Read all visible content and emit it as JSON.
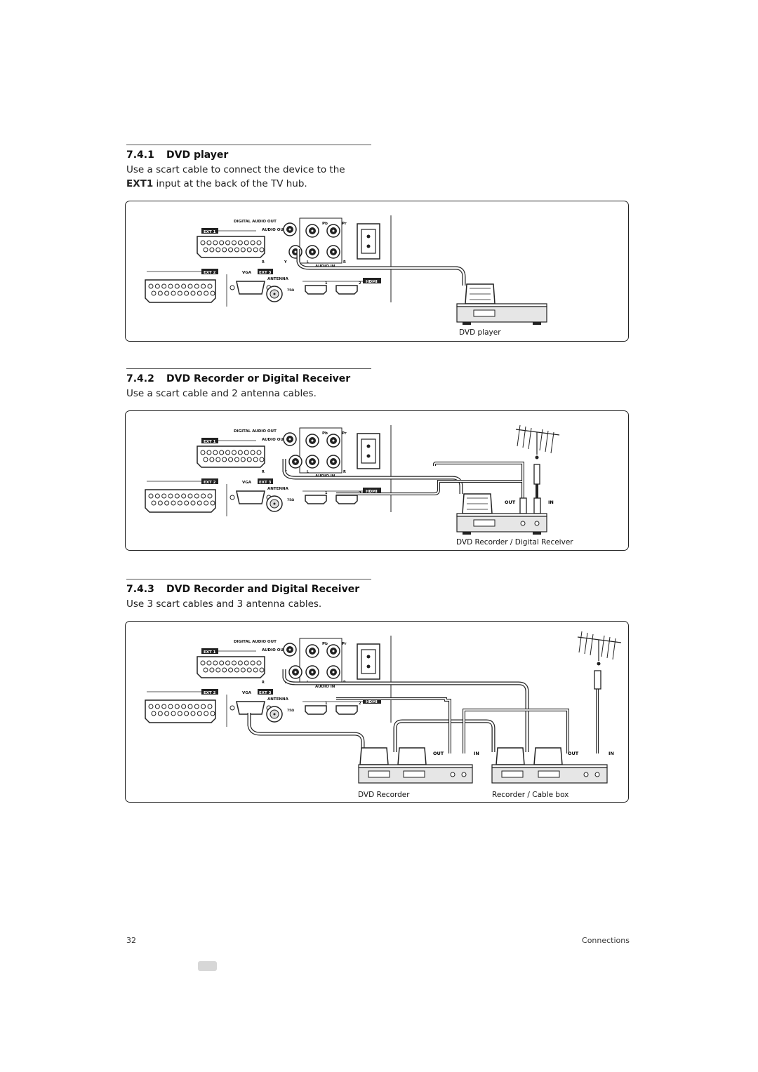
{
  "sections": [
    {
      "number": "7.4.1",
      "title": "DVD player",
      "body_line1": "Use a scart cable to connect the device to the",
      "body_line2_bold": "EXT1",
      "body_line2_rest": " input at the back of the TV hub.",
      "captions": [
        "DVD player"
      ]
    },
    {
      "number": "7.4.2",
      "title": "DVD Recorder or Digital Receiver",
      "body_line1": "Use a scart cable and 2 antenna cables.",
      "captions": [
        "DVD Recorder / Digital Receiver"
      ]
    },
    {
      "number": "7.4.3",
      "title": "DVD Recorder and Digital Receiver",
      "body_line1": "Use 3 scart cables and 3 antenna cables.",
      "captions": [
        "DVD Recorder",
        "Recorder / Cable box"
      ]
    }
  ],
  "panel_labels": {
    "digital_audio_out": "DIGITAL AUDIO OUT",
    "ext1": "EXT 1",
    "ext2": "EXT 2",
    "ext3": "EXT 3",
    "audio_out": "AUDIO OUT",
    "audio_in": "AUDIO IN",
    "vga": "VGA",
    "antenna": "ANTENNA",
    "ohm": "75Ω",
    "hdmi": "HDMI",
    "hdmi_1": "1",
    "hdmi_2": "2",
    "pb": "Pb",
    "pr": "Pr",
    "y": "Y",
    "l": "L",
    "r": "R",
    "out": "OUT",
    "in": "IN"
  },
  "footer": {
    "page_number": "32",
    "section_name": "Connections"
  },
  "colors": {
    "text": "#111111",
    "line": "#222222",
    "device_fill": "#d9d9d9",
    "tab": "#d7d7d7"
  }
}
